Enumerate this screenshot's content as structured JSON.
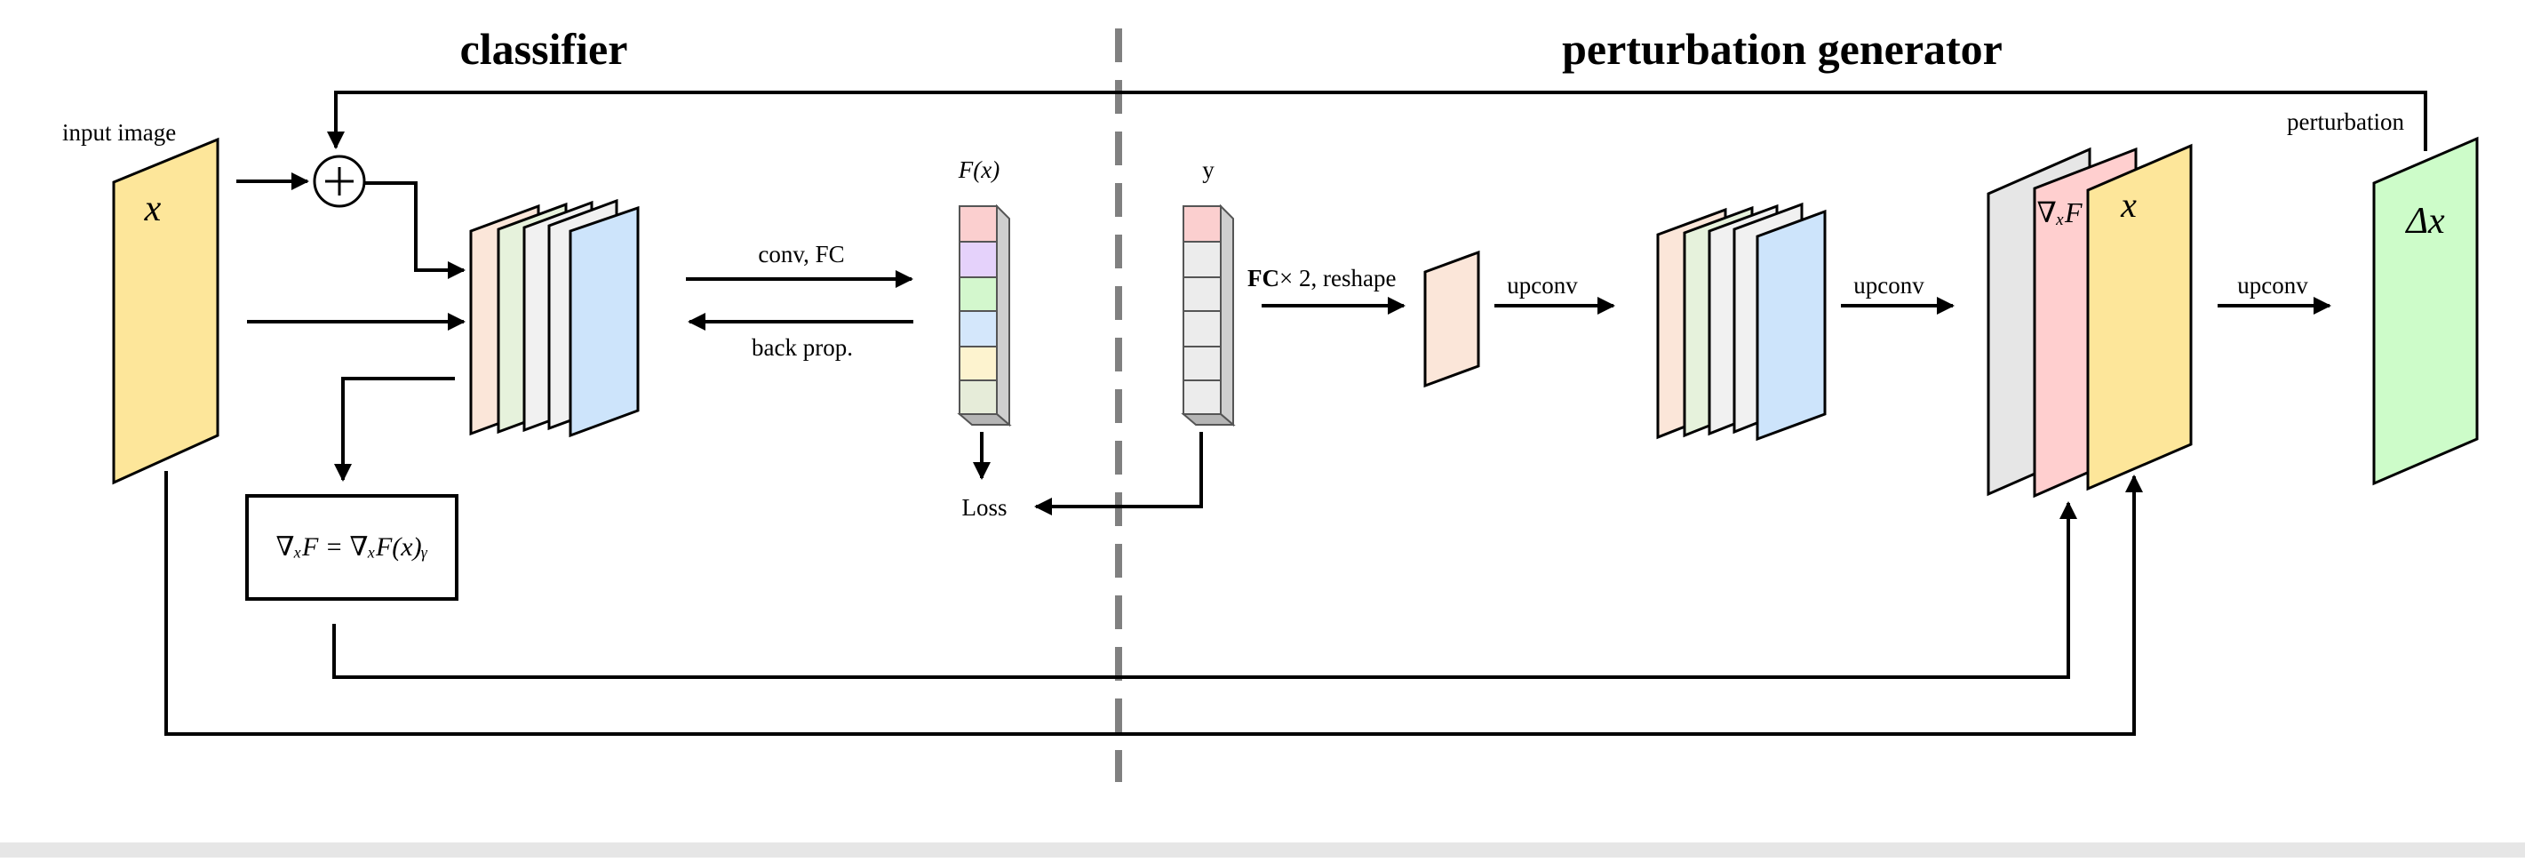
{
  "titles": {
    "classifier": "classifier",
    "generator": "perturbation generator"
  },
  "labels": {
    "input_image": "input image",
    "x_symbol": "x",
    "conv_fc": "conv, FC",
    "back_prop": "back prop.",
    "fx": "F(x)",
    "y": "y",
    "loss": "Loss",
    "fc_bold": "FC",
    "fc_rest": "× 2, reshape",
    "upconv": "upconv",
    "grad_f": "∇ₓF",
    "perturbation": "perturbation",
    "delta_x": "Δx",
    "grad_formula": "∇ₓF = ∇ₓF(x)ᵧ"
  },
  "colors": {
    "input_yellow": "#fde69a",
    "pink": "#fbe6d9",
    "green_light": "#e6f2dc",
    "grey_light": "#f1f1f1",
    "blue": "#cde4fb",
    "vec_red": "#fbcfcf",
    "vec_purple": "#e5d2fb",
    "vec_green": "#d3f7cd",
    "vec_blue": "#d4e7fb",
    "vec_yellow": "#fdf3cf",
    "vec_olive": "#e6ecd9",
    "grad_pink": "#ffcfcf",
    "delta_green": "#cdfcc9",
    "divider": "#808080"
  }
}
